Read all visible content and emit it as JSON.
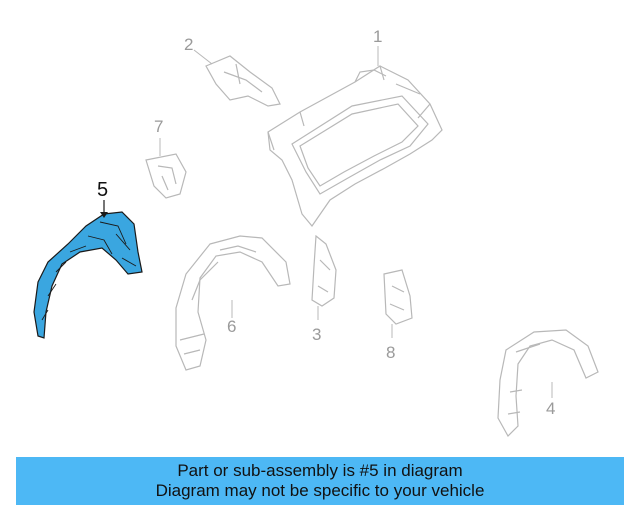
{
  "diagram": {
    "callouts": [
      "1",
      "2",
      "3",
      "4",
      "5",
      "6",
      "7",
      "8"
    ],
    "highlighted_part": "5",
    "highlight_color": "#3aa6e0",
    "line_color": "#b8b8b8"
  },
  "banner": {
    "line1": "Part or sub-assembly is #5 in diagram",
    "line2": "Diagram may not be specific to your vehicle",
    "background": "#4db8f5"
  }
}
